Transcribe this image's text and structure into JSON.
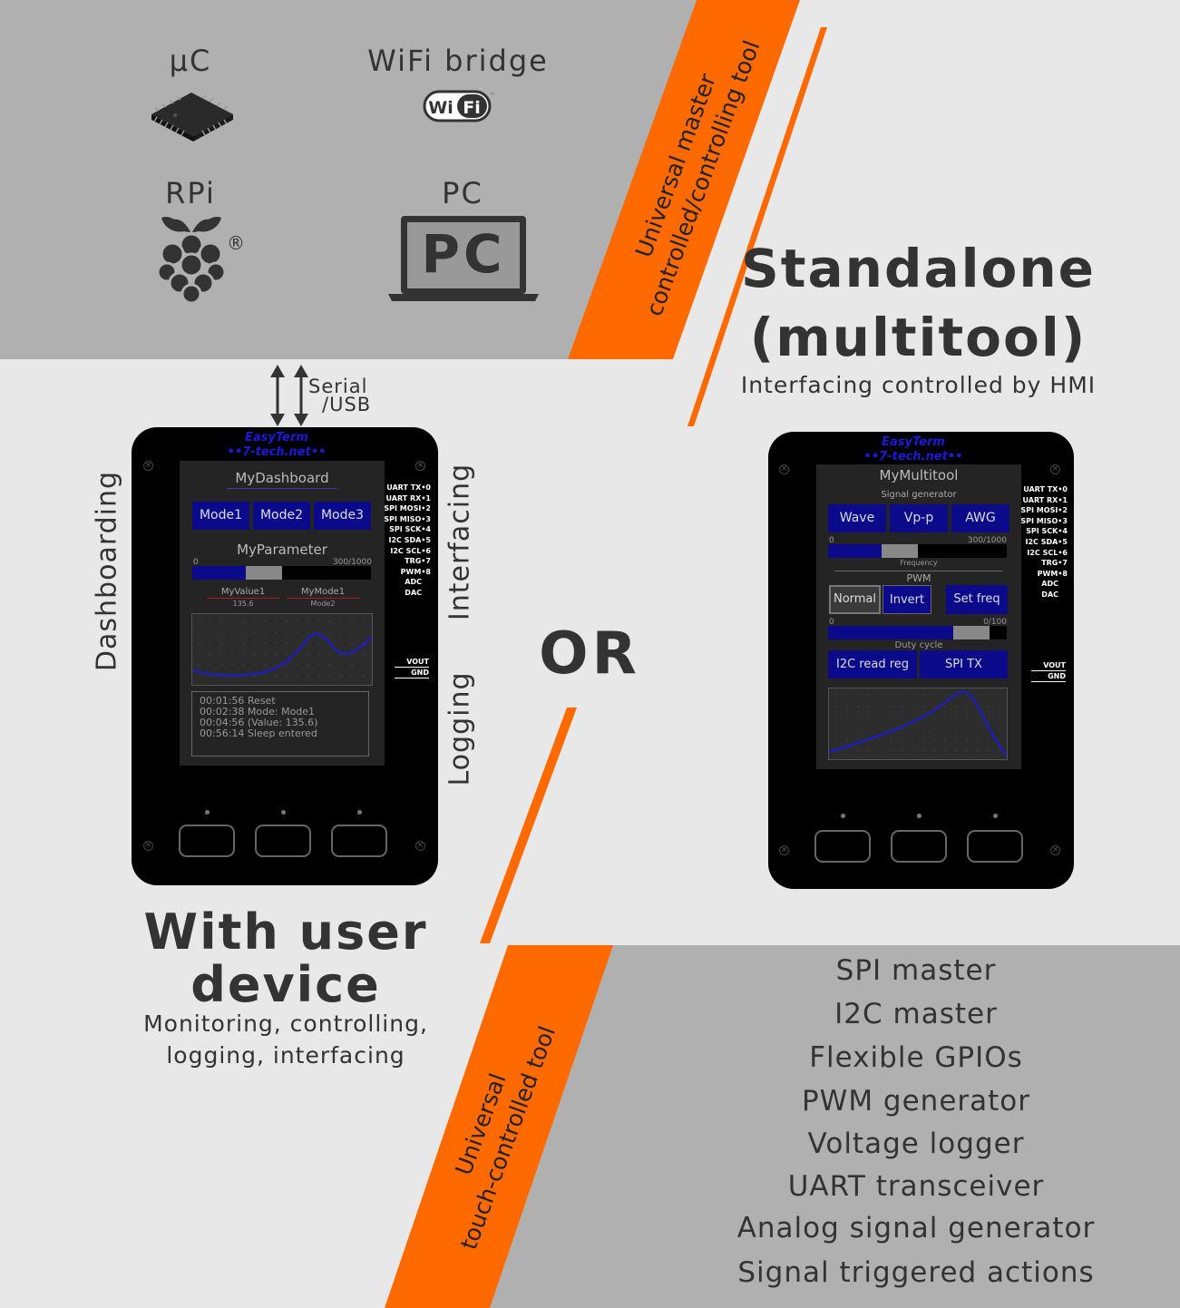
{
  "top_left": {
    "uc": "µC",
    "wifi_bridge": "WiFi bridge",
    "wifi_logo": "WiFi",
    "rpi": "RPi",
    "rpi_reg": "®",
    "pc": "PC",
    "pc_screen": "PC"
  },
  "serial": {
    "line1": "Serial",
    "line2": "/USB"
  },
  "banner_top": {
    "line1": "Universal master",
    "line2": "controlled/controlling tool"
  },
  "banner_bottom": {
    "line1": "Universal",
    "line2": "touch-controlled tool"
  },
  "standalone": {
    "line1": "Standalone",
    "line2": "(multitool)",
    "subtitle": "Interfacing controlled by HMI"
  },
  "or_text": "OR",
  "user_device": {
    "line1": "With user",
    "line2": "device",
    "sub1": "Monitoring, controlling,",
    "sub2": "logging, interfacing"
  },
  "side_labels": {
    "dashboarding": "Dashboarding",
    "interfacing": "Interfacing",
    "logging": "Logging"
  },
  "device_brand": {
    "line1": "EasyTerm",
    "line2": "••7-tech.net••"
  },
  "dashboard": {
    "title": "MyDashboard",
    "modes": [
      "Mode1",
      "Mode2",
      "Mode3"
    ],
    "param_title": "MyParameter",
    "slider_min": "0",
    "slider_max": "300/1000",
    "slider_fraction": 0.3,
    "value1_label": "MyValue1",
    "value1": "135.6",
    "mode_label": "MyMode1",
    "mode_value": "Mode2",
    "log": [
      "00:01:56 Reset",
      "00:02:38 Mode: Mode1",
      "00:04:56 (Value: 135.6)",
      "00:56:14 Sleep entered"
    ]
  },
  "multitool": {
    "title": "MyMultitool",
    "subtitle": "Signal generator",
    "buttons": [
      "Wave",
      "Vp-p",
      "AWG"
    ],
    "freq_min": "0",
    "freq_max": "300/1000",
    "freq_fraction": 0.3,
    "freq_label": "Frequency",
    "pwm_label": "PWM",
    "normal": "Normal",
    "invert": "Invert",
    "set_freq": "Set freq",
    "duty_min": "0",
    "duty_max": "0/100",
    "duty_fraction": 0.7,
    "duty_label": "Duty cycle",
    "i2c": "I2C read reg",
    "spi": "SPI TX"
  },
  "pins": [
    "UART TX•0",
    "UART RX•1",
    "SPI MOSI•2",
    "SPI MISO•3",
    "SPI SCK•4",
    "I2C SDA•5",
    "I2C SCL•6",
    "TRG•7",
    "PWM•8",
    "ADC",
    "DAC"
  ],
  "vout": [
    "VOUT",
    "GND"
  ],
  "features": [
    "SPI master",
    "I2C master",
    "Flexible GPIOs",
    "PWM generator",
    "Voltage logger",
    "UART transceiver",
    "Analog signal generator",
    "Signal triggered actions"
  ],
  "colors": {
    "orange": "#ff6a00",
    "grey_panel": "#b0b0b0",
    "light_bg": "#e8e8e8",
    "screen_blue": "#0a0a8a",
    "brand_blue": "#1a1ad8"
  }
}
